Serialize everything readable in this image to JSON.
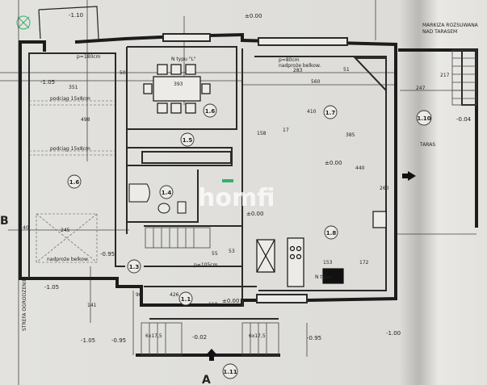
{
  "rooms": [
    "1.6",
    "1.6",
    "1.5",
    "1.4",
    "1.7",
    "1.8",
    "1.10",
    "1.3",
    "1.1",
    "1.11"
  ],
  "levels": [
    "-1.10",
    "-1.05",
    "±0.00",
    "±0.00",
    "-0.04",
    "-1.05",
    "-1.05",
    "-0.95",
    "-0.95",
    "±0.00",
    "-0.02",
    "-0.95",
    "-1.00",
    "±0.00"
  ],
  "notes": {
    "awning_line1": "MARKIZA ROZSUWANA",
    "awning_line2": "NAD TARASEM",
    "terrace": "TARAS",
    "window_p80": "p=80cm",
    "lintel": "nadproże belkow.",
    "window_p180": "p=180cm",
    "n_type_l": "N typu \"L\"",
    "n_type": "N typu",
    "beam1": "podciąg 15x8cm",
    "beam2": "podciąg 15x8cm",
    "lintel2": "nadproże belkow.",
    "p105": "p=105cm",
    "fence": "STREFA OGRODZENIE",
    "section_a": "A",
    "section_b": "B",
    "stairs1": "6x17,5",
    "stairs2": "6x17,5"
  },
  "dimensions": [
    "351",
    "393",
    "560",
    "283",
    "247",
    "410",
    "158",
    "17",
    "385",
    "172",
    "153",
    "426",
    "245",
    "217",
    "440",
    "498",
    "51",
    "50",
    "260",
    "141",
    "110",
    "40",
    "90",
    "55",
    "53"
  ],
  "watermark": "homfi",
  "colors": {
    "paper": "#e6e5e1",
    "ink": "#1c1c1c",
    "watermark": "#ffffff",
    "accent": "#2fb36b"
  }
}
